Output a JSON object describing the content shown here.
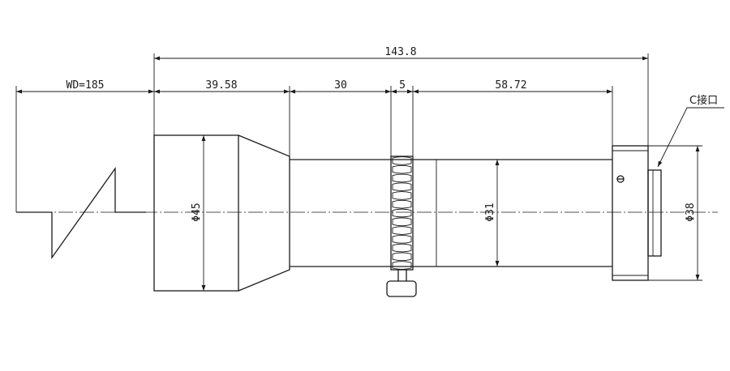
{
  "dimensions": {
    "overall_length": "143.8",
    "working_distance": "WD=185",
    "front_section": "39.58",
    "taper_section": "30",
    "ring_width": "5",
    "rear_section": "58.72"
  },
  "diameters": {
    "front": "Φ45",
    "barrel": "Φ31",
    "mount": "Φ38"
  },
  "callout": {
    "mount_label": "C接口"
  }
}
